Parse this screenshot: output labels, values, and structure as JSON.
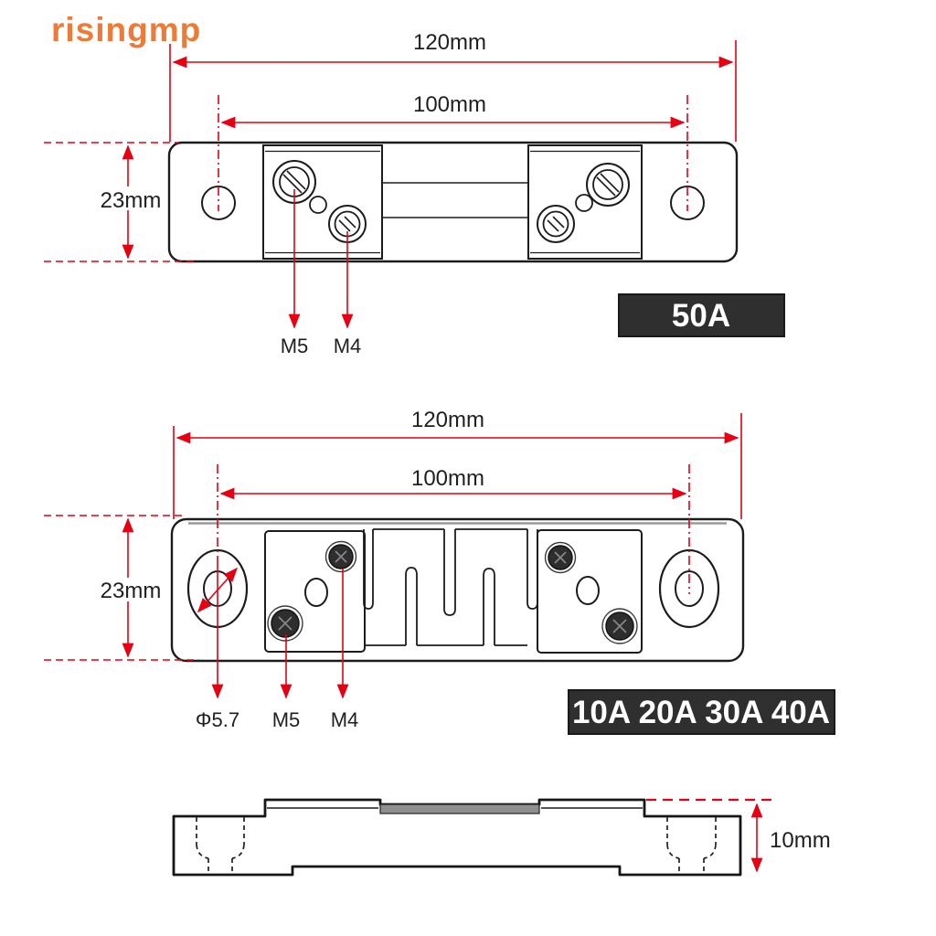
{
  "logo": {
    "text": "risingmp",
    "color": "#ed7a36"
  },
  "colors": {
    "dimension_red": "#e60012",
    "outline_ink": "#1c1c1c",
    "badge_bg": "#2f2f2f",
    "badge_text": "#ffffff",
    "background": "#ffffff"
  },
  "shunt_50a": {
    "dim_length_overall": "120mm",
    "dim_hole_spacing": "100mm",
    "dim_width": "23mm",
    "screw_large": "M5",
    "screw_small": "M4",
    "rating_badge": "50A"
  },
  "shunt_10_40a": {
    "dim_length_overall": "120mm",
    "dim_hole_spacing": "100mm",
    "dim_width": "23mm",
    "hole_diameter": "Φ5.7",
    "screw_large": "M5",
    "screw_small": "M4",
    "rating_badge": "10A 20A 30A 40A"
  },
  "side_view": {
    "dim_thickness": "10mm"
  }
}
